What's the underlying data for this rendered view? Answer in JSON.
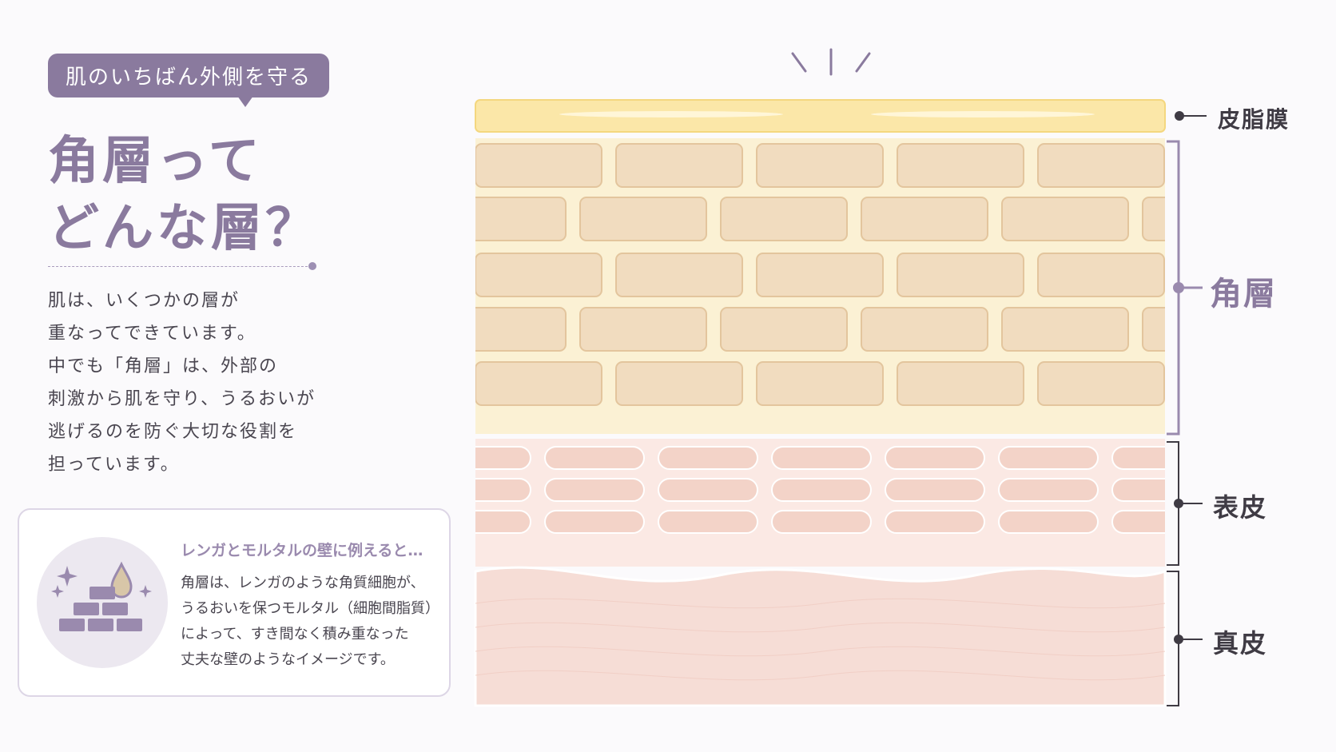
{
  "badge": {
    "text": "肌のいちばん外側を守る"
  },
  "title": {
    "line1": "角層って",
    "line2": "どんな層？"
  },
  "description": {
    "lines": [
      "肌は、いくつかの層が",
      "重なってできています。",
      "中でも「角層」は、外部の",
      "刺激から肌を守り、うるおいが",
      "逃げるのを防ぐ大切な役割を",
      "担っています。"
    ]
  },
  "info_box": {
    "heading": "レンガとモルタルの壁に例えると…",
    "lines": [
      "角層は、レンガのような角質細胞が、",
      "うるおいを保つモルタル（細胞間脂質）",
      "によって、すき間なく積み重なった",
      "丈夫な壁のようなイメージです。"
    ],
    "icon": "brick-wall-icon"
  },
  "layers": {
    "sebum": "皮脂膜",
    "stratum_corneum": "角層",
    "epidermis": "表皮",
    "dermis": "真皮"
  },
  "colors": {
    "accent": "#8a7a9e",
    "sebum": "#fbe7a8",
    "brick": "#f1dcbf",
    "mortar": "#fbf1d4",
    "epidermis_cell": "#f3d3c8",
    "dermis": "#f6ddd6"
  }
}
